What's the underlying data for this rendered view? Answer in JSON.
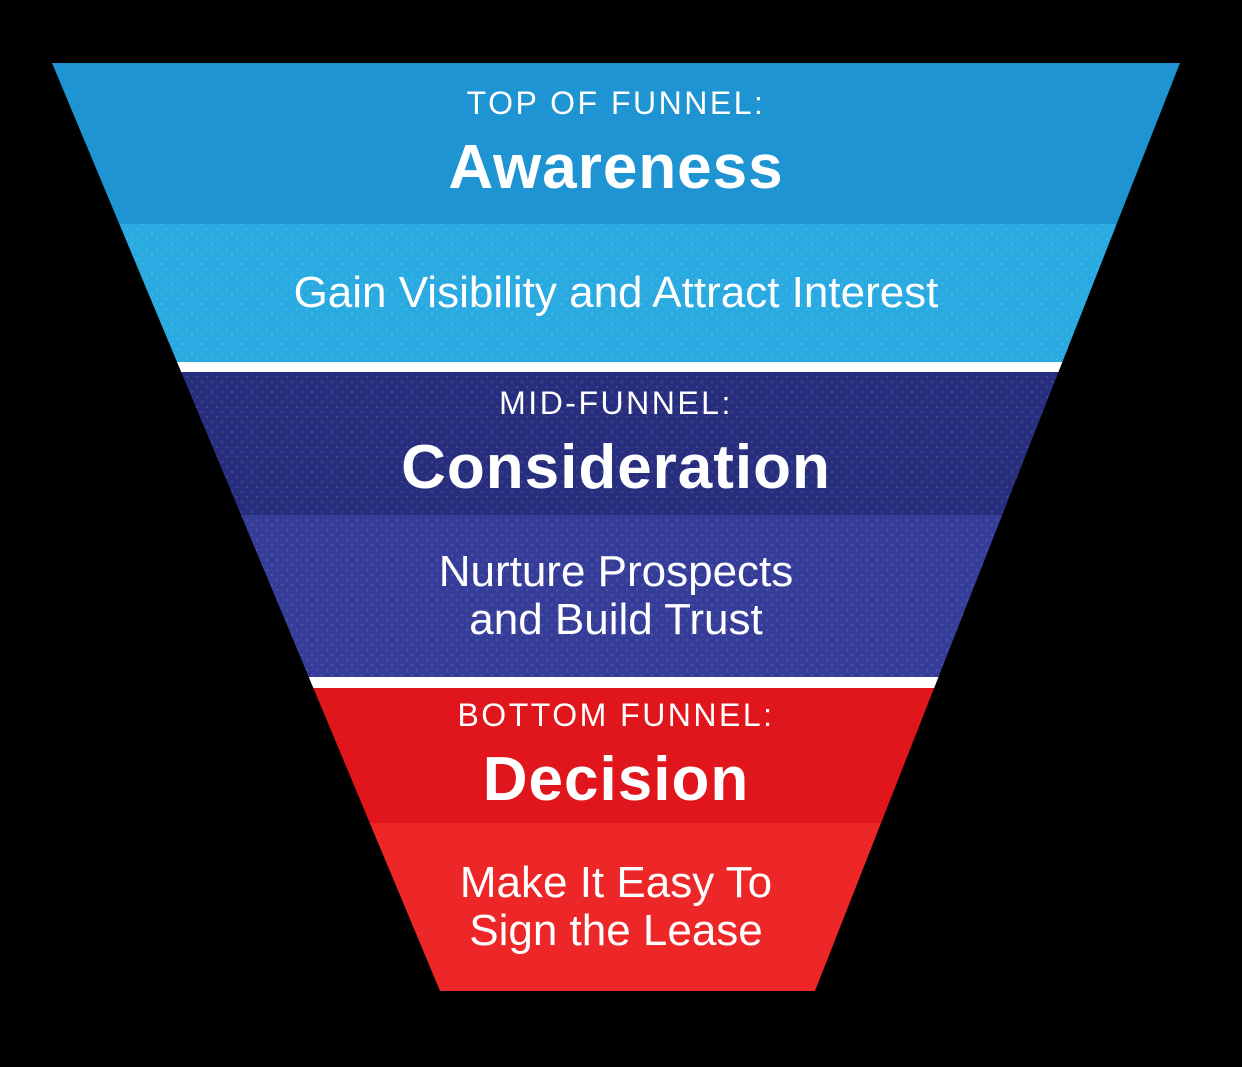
{
  "diagram": {
    "type": "inverted-funnel",
    "background_color": "#000000",
    "text_color": "#ffffff",
    "separator_color": "#ffffff",
    "stages": [
      {
        "name": "awareness",
        "label": "TOP OF FUNNEL:",
        "title": "Awareness",
        "description_lines": [
          "Gain Visibility and Attract Interest"
        ],
        "title_band_color": "#1e94d2",
        "description_band_color": "#29aae1"
      },
      {
        "name": "consideration",
        "label": "MID-FUNNEL:",
        "title": "Consideration",
        "description_lines": [
          "Nurture Prospects",
          "and Build Trust"
        ],
        "title_band_color": "#282e7e",
        "description_band_color": "#363d99"
      },
      {
        "name": "decision",
        "label": "BOTTOM FUNNEL:",
        "title": "Decision",
        "description_lines": [
          "Make It Easy To",
          "Sign the Lease"
        ],
        "title_band_color": "#e1151c",
        "description_band_color": "#ed2628"
      }
    ]
  }
}
